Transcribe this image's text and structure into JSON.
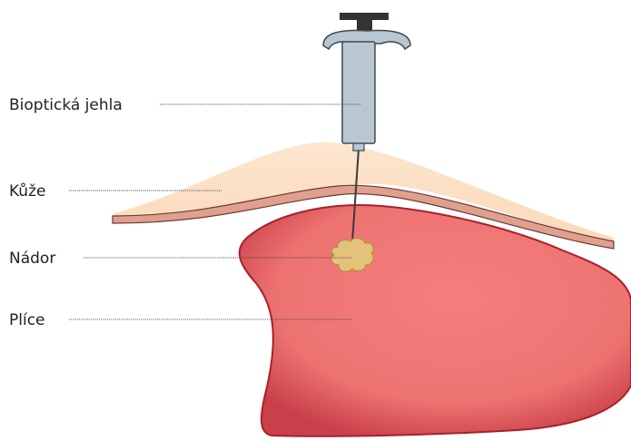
{
  "labels": {
    "needle": "Bioptická jehla",
    "skin": "Kůže",
    "tumor": "Nádor",
    "lung": "Plíce"
  },
  "colors": {
    "skin_fill": "#fbe1c7",
    "skin_layer": "#d98a7a",
    "lung_fill": "#ef7775",
    "lung_edge": "#a8212d",
    "tumor_fill": "#e3c27a",
    "tumor_edge": "#b89042",
    "syringe_barrel": "#b8c7d2",
    "syringe_outline": "#3f4952",
    "plunger": "#333333",
    "needle": "#3a3a3a"
  }
}
